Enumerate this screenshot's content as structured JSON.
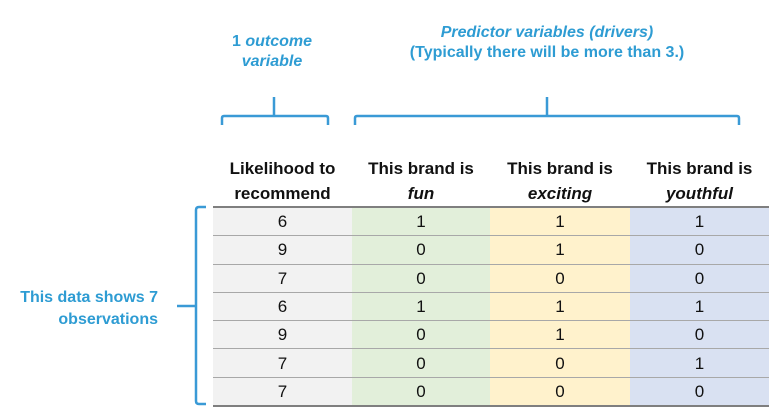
{
  "labels": {
    "outcome": {
      "prefix": "1 ",
      "italic": "outcome",
      "line2": "variable"
    },
    "predictor": {
      "line1": "Predictor variables (drivers)",
      "line2": "(Typically there will be more than 3.)"
    },
    "observations": {
      "line1": "This data shows 7",
      "line2": "observations"
    }
  },
  "table": {
    "headers": [
      {
        "line1": "Likelihood to",
        "line2": "recommend",
        "line2_italic": false
      },
      {
        "line1": "This brand is",
        "line2": "fun",
        "line2_italic": true
      },
      {
        "line1": "This brand is",
        "line2": "exciting",
        "line2_italic": true
      },
      {
        "line1": "This brand is",
        "line2": "youthful",
        "line2_italic": true
      }
    ],
    "rows": [
      [
        "6",
        "1",
        "1",
        "1"
      ],
      [
        "9",
        "0",
        "1",
        "0"
      ],
      [
        "7",
        "0",
        "0",
        "0"
      ],
      [
        "6",
        "1",
        "1",
        "1"
      ],
      [
        "9",
        "0",
        "1",
        "0"
      ],
      [
        "7",
        "0",
        "0",
        "1"
      ],
      [
        "7",
        "0",
        "0",
        "0"
      ]
    ]
  },
  "colors": {
    "accent_blue": "#2E9CD3",
    "column_fills": [
      "#F2F2F2",
      "#E2EFDA",
      "#FFF2CC",
      "#D9E1F2"
    ]
  }
}
